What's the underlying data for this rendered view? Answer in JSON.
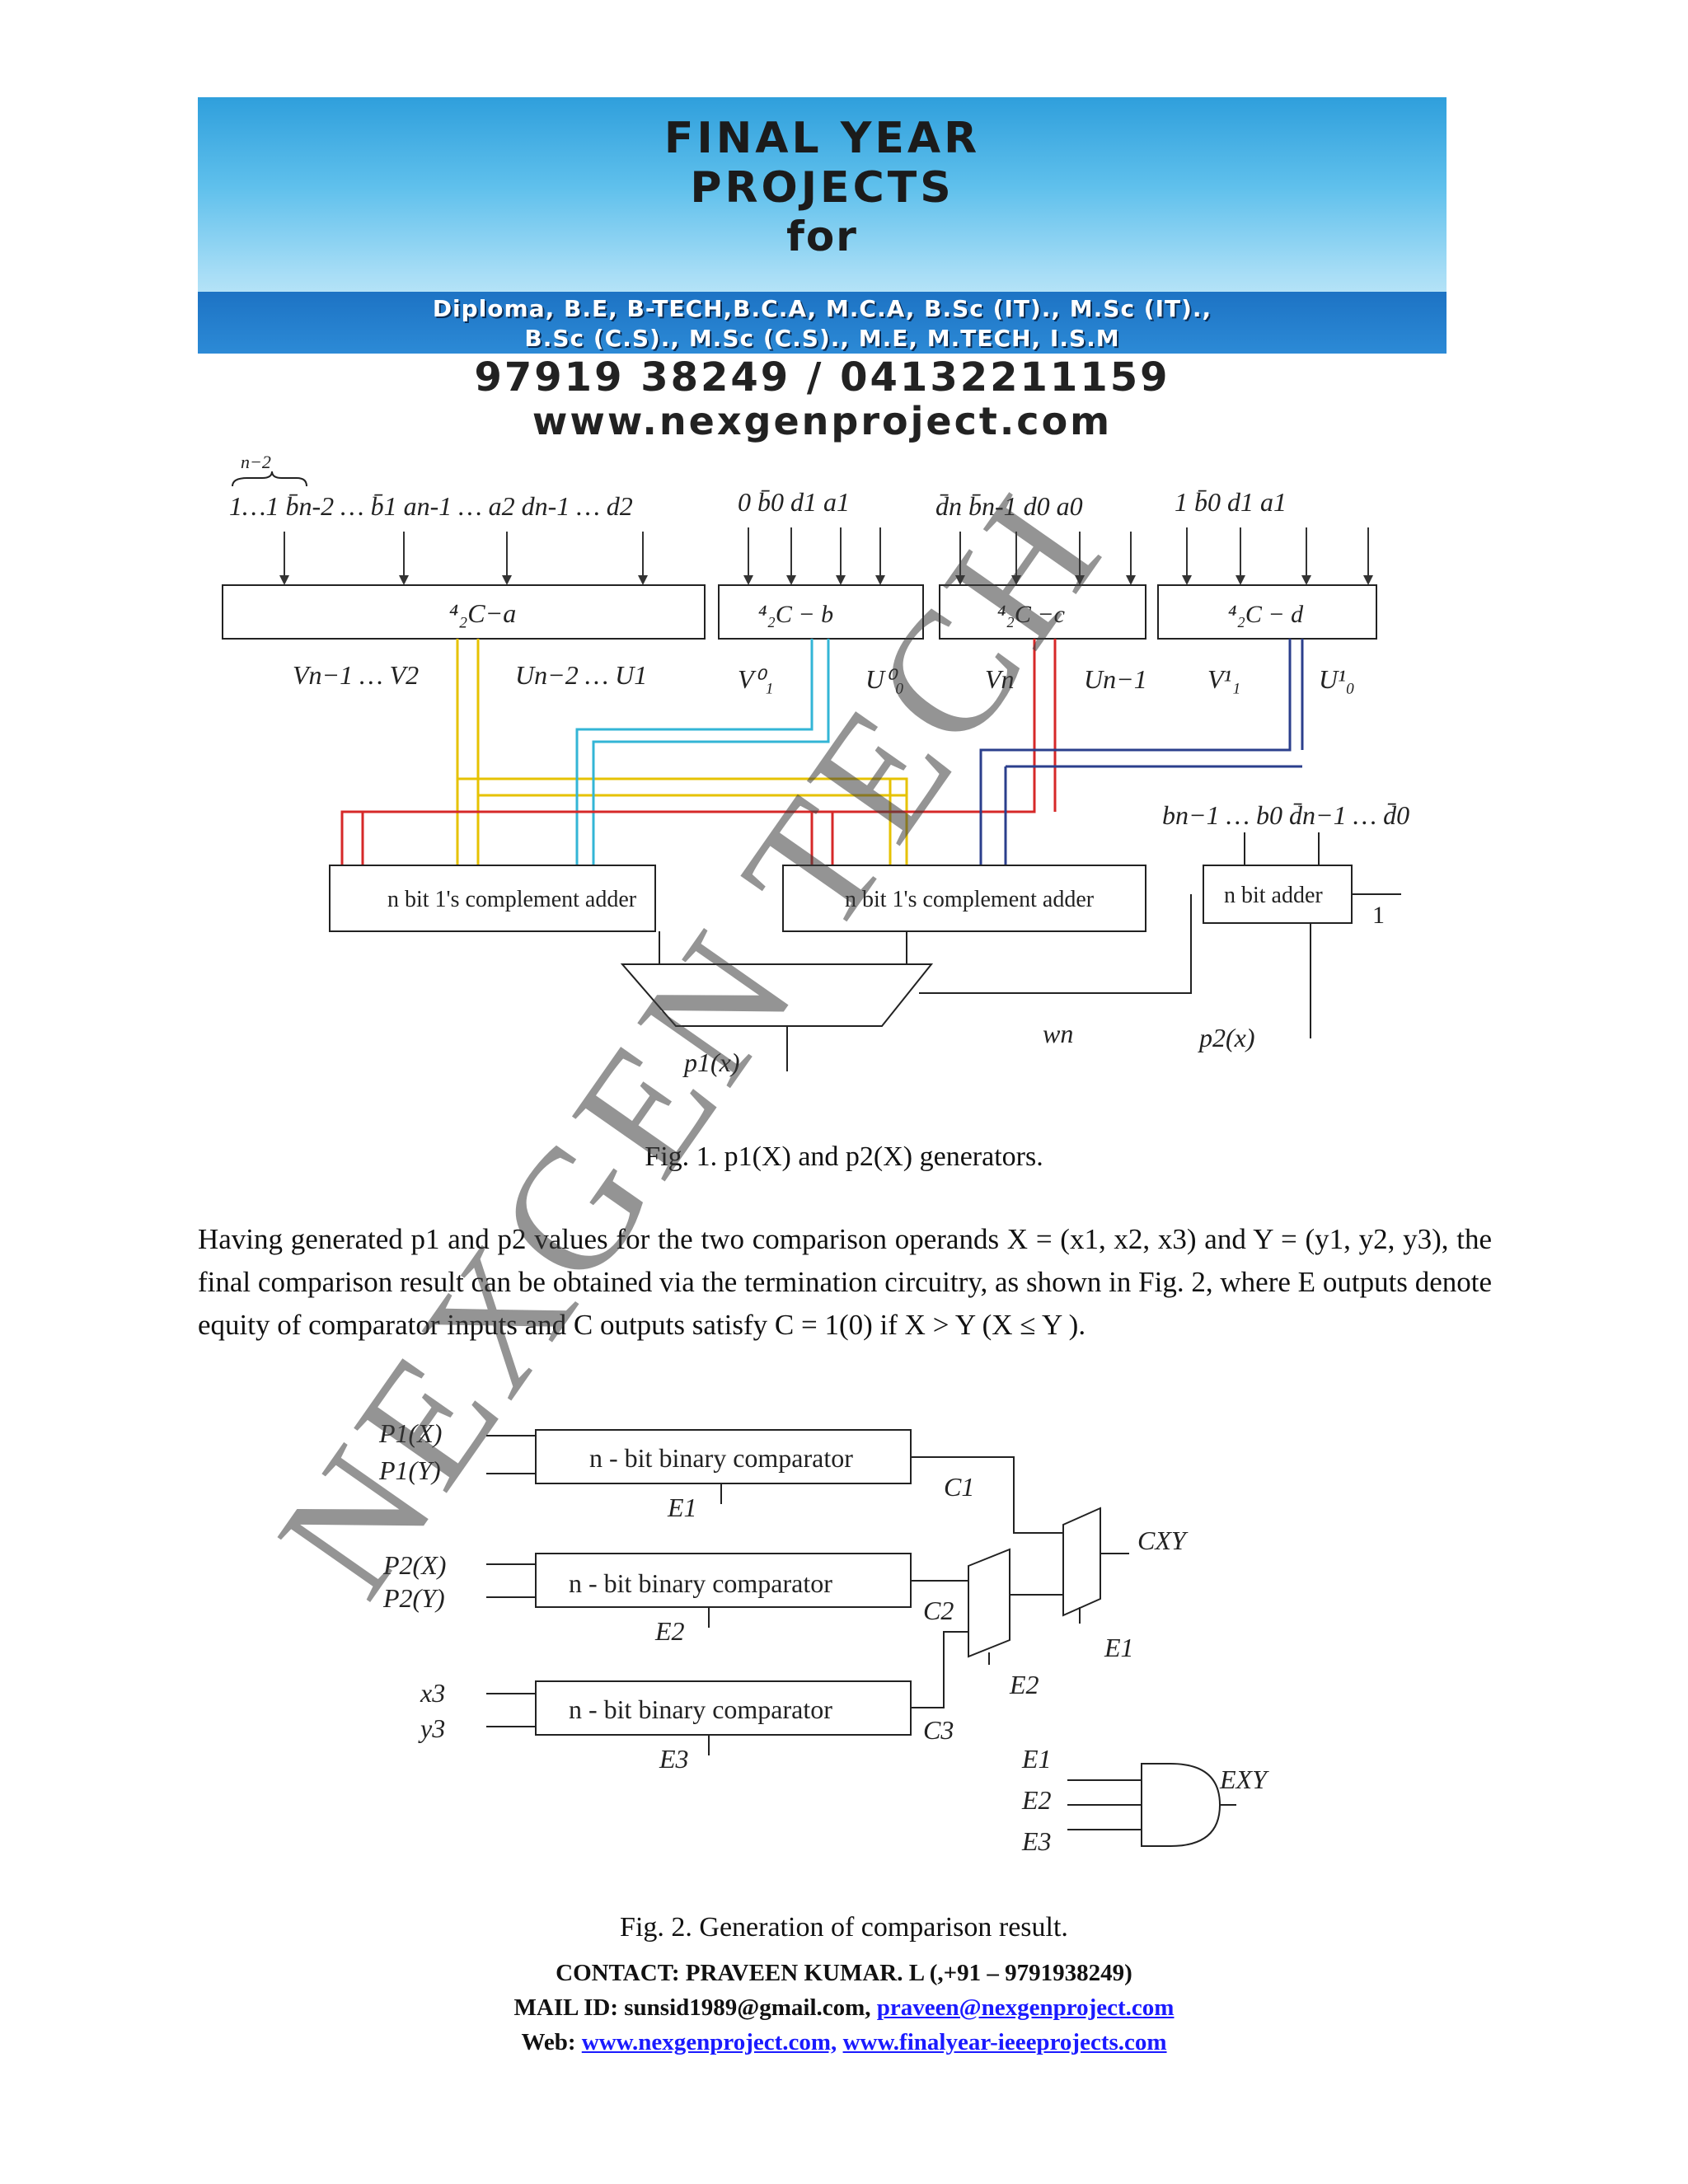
{
  "banner": {
    "line1": "FINAL YEAR",
    "line2": "PROJECTS",
    "line3": "for",
    "strip1": "Diploma, B.E, B-TECH,B.C.A, M.C.A, B.Sc (IT)., M.Sc (IT).,",
    "strip2": "B.Sc (C.S)., M.Sc (C.S)., M.E, M.TECH, I.S.M",
    "phone": "97919 38249 / 04132211159",
    "website": "www.nexgenproject.com"
  },
  "figure1": {
    "caption": "Fig. 1. p1(X) and p2(X) generators.",
    "inputs_a": "1…1  b̄n-2 … b̄1  an-1 … a2  dn-1 … d2",
    "inputs_a_brace": "n−2",
    "inputs_b": "0  b̄0  d1  a1",
    "inputs_c": "d̄n  b̄n-1  d0  a0",
    "inputs_d": "1  b̄0  d1  a1",
    "box_a": "⁴₂C−a",
    "box_b": "⁴₂C − b",
    "box_c": "⁴₂C −c",
    "box_d": "⁴₂C − d",
    "out_a1": "Vn−1 … V2",
    "out_a2": "Un−2 … U1",
    "out_b1": "V⁰₁",
    "out_b2": "U⁰₀",
    "out_c1": "Vn",
    "out_c2": "Un−1",
    "out_d1": "V¹₁",
    "out_d2": "U¹₀",
    "adder1": "n bit 1's complement adder",
    "adder2": "n bit 1's complement adder",
    "adder3": "n bit adder",
    "adder3_inputs": "bn−1 … b0   d̄n−1 … d̄0",
    "carry_in": "1",
    "wn": "wn",
    "p1": "p1(x)",
    "p2": "p2(x)"
  },
  "paragraph": "Having generated p1 and p2 values for the two comparison operands X = (x1, x2, x3) and Y = (y1, y2, y3), the final comparison result can be obtained via the termination circuitry, as shown in Fig. 2, where E outputs denote equity of comparator inputs and C outputs satisfy C = 1(0) if X > Y (X ≤ Y ).",
  "figure2": {
    "caption": "Fig. 2. Generation  of comparison  result.",
    "comp1": "n - bit binary comparator",
    "comp2": "n - bit binary comparator",
    "comp3": "n - bit binary comparator",
    "in1a": "P1(X)",
    "in1b": "P1(Y)",
    "in2a": "P2(X)",
    "in2b": "P2(Y)",
    "in3a": "x3",
    "in3b": "y3",
    "e1": "E1",
    "e2": "E2",
    "e3": "E3",
    "c1": "C1",
    "c2": "C2",
    "c3": "C3",
    "cxy": "CXY",
    "exy": "EXY",
    "mux2_sel": "E2",
    "mux1_sel": "E1",
    "and_in1": "E1",
    "and_in2": "E2",
    "and_in3": "E3"
  },
  "watermark": "NEXGEN TECH",
  "contact": {
    "line1": "CONTACT:  PRAVEEN  KUMAR.  L (,+91 – 9791938249)",
    "mail_label": "MAIL  ID: sunsid1989@gmail.com,",
    "mail_link": "praveen@nexgenproject.com",
    "web_label": "Web:",
    "web_link1": "www.nexgenproject.com,",
    "web_link2": "www.finalyear-ieeeprojects.com"
  }
}
